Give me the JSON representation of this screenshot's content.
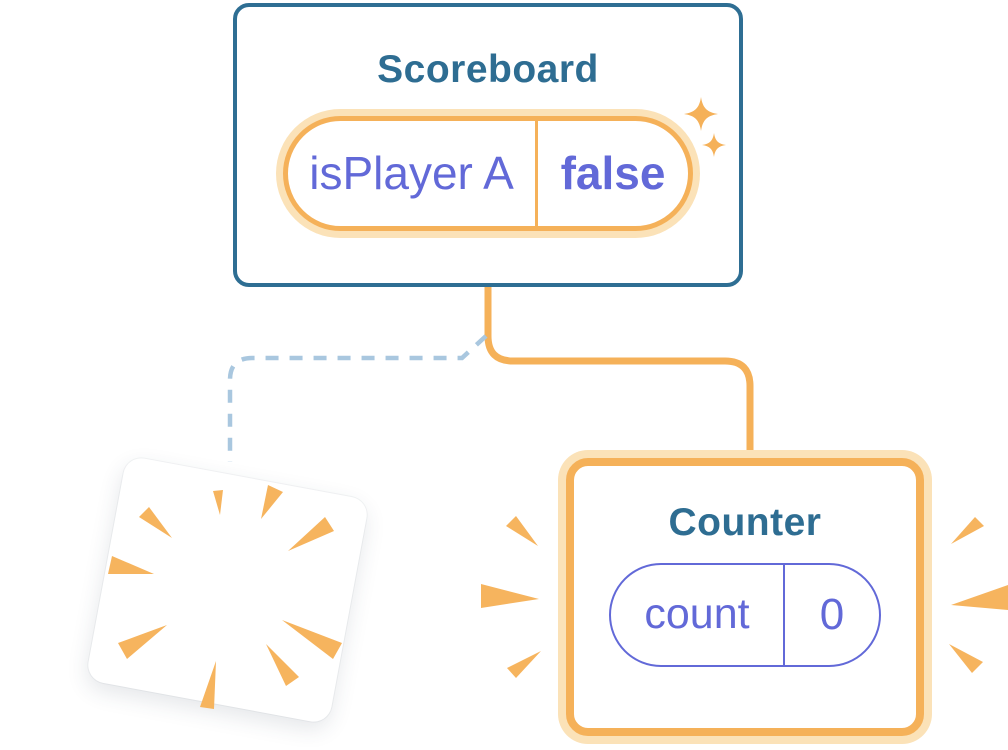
{
  "scoreboard": {
    "title": "Scoreboard",
    "state": {
      "name": "isPlayer A",
      "value": "false"
    }
  },
  "counter": {
    "title": "Counter",
    "state": {
      "name": "count",
      "value": "0"
    }
  },
  "colors": {
    "accent_orange": "#F5B159",
    "orange_halo": "#FBE2B8",
    "component_title_blue": "#2E6D92",
    "card_border_blue": "#2E6E93",
    "state_purple": "#6269D8",
    "dashed_connector_blue": "#A9C7DF",
    "card_background": "#FFFFFF"
  },
  "icons": {
    "sparkles": "sparkles-icon",
    "explosion": "explosion-burst-icon",
    "emphasis_left": "emphasis-rays-left-icon",
    "emphasis_right": "emphasis-rays-right-icon"
  }
}
